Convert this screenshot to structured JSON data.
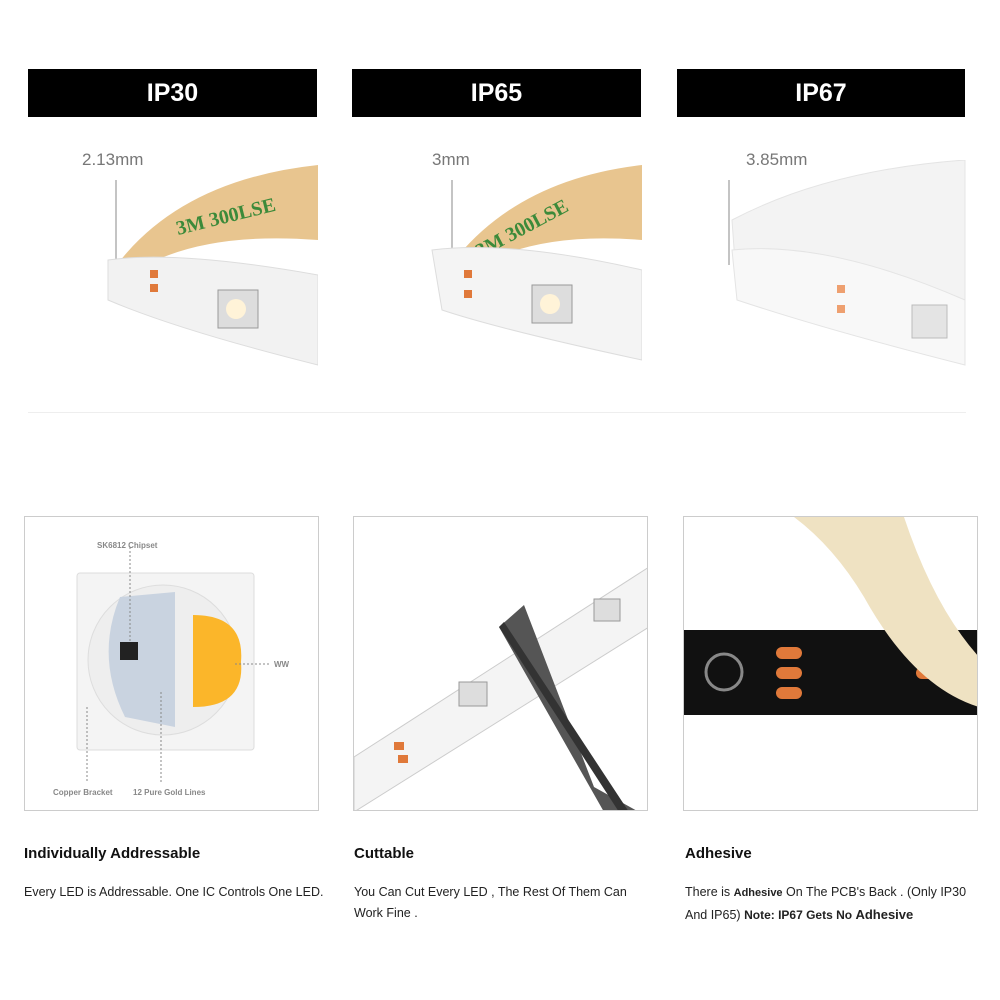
{
  "headers": [
    "IP30",
    "IP65",
    "IP67"
  ],
  "thickness": [
    "2.13mm",
    "3mm",
    "3.85mm"
  ],
  "tape_text": [
    "3M 300LSE",
    "3M 300LSE"
  ],
  "panel1": {
    "chipset_label": "SK6812 Chipset",
    "ww_label": "WW",
    "copper_label": "Copper Bracket",
    "gold_label": "12 Pure Gold Lines",
    "title": "Individually Addressable",
    "desc": "Every LED is Addressable. One IC Controls One LED."
  },
  "panel2": {
    "title": "Cuttable",
    "desc": "You Can Cut Every LED , The Rest Of Them Can Work Fine ."
  },
  "panel3": {
    "title": "Adhesive",
    "desc_a": "There is ",
    "desc_b": "Adhesive",
    "desc_c": " On The PCB's Back . (Only IP30 And IP65)  ",
    "desc_d": "Note: IP67 Gets No ",
    "desc_e": "Adhesive"
  },
  "colors": {
    "header_bg": "#000000",
    "warm_white": "#fbb62a",
    "tape": "#e8c58f",
    "copper_pad": "#e0793a"
  }
}
